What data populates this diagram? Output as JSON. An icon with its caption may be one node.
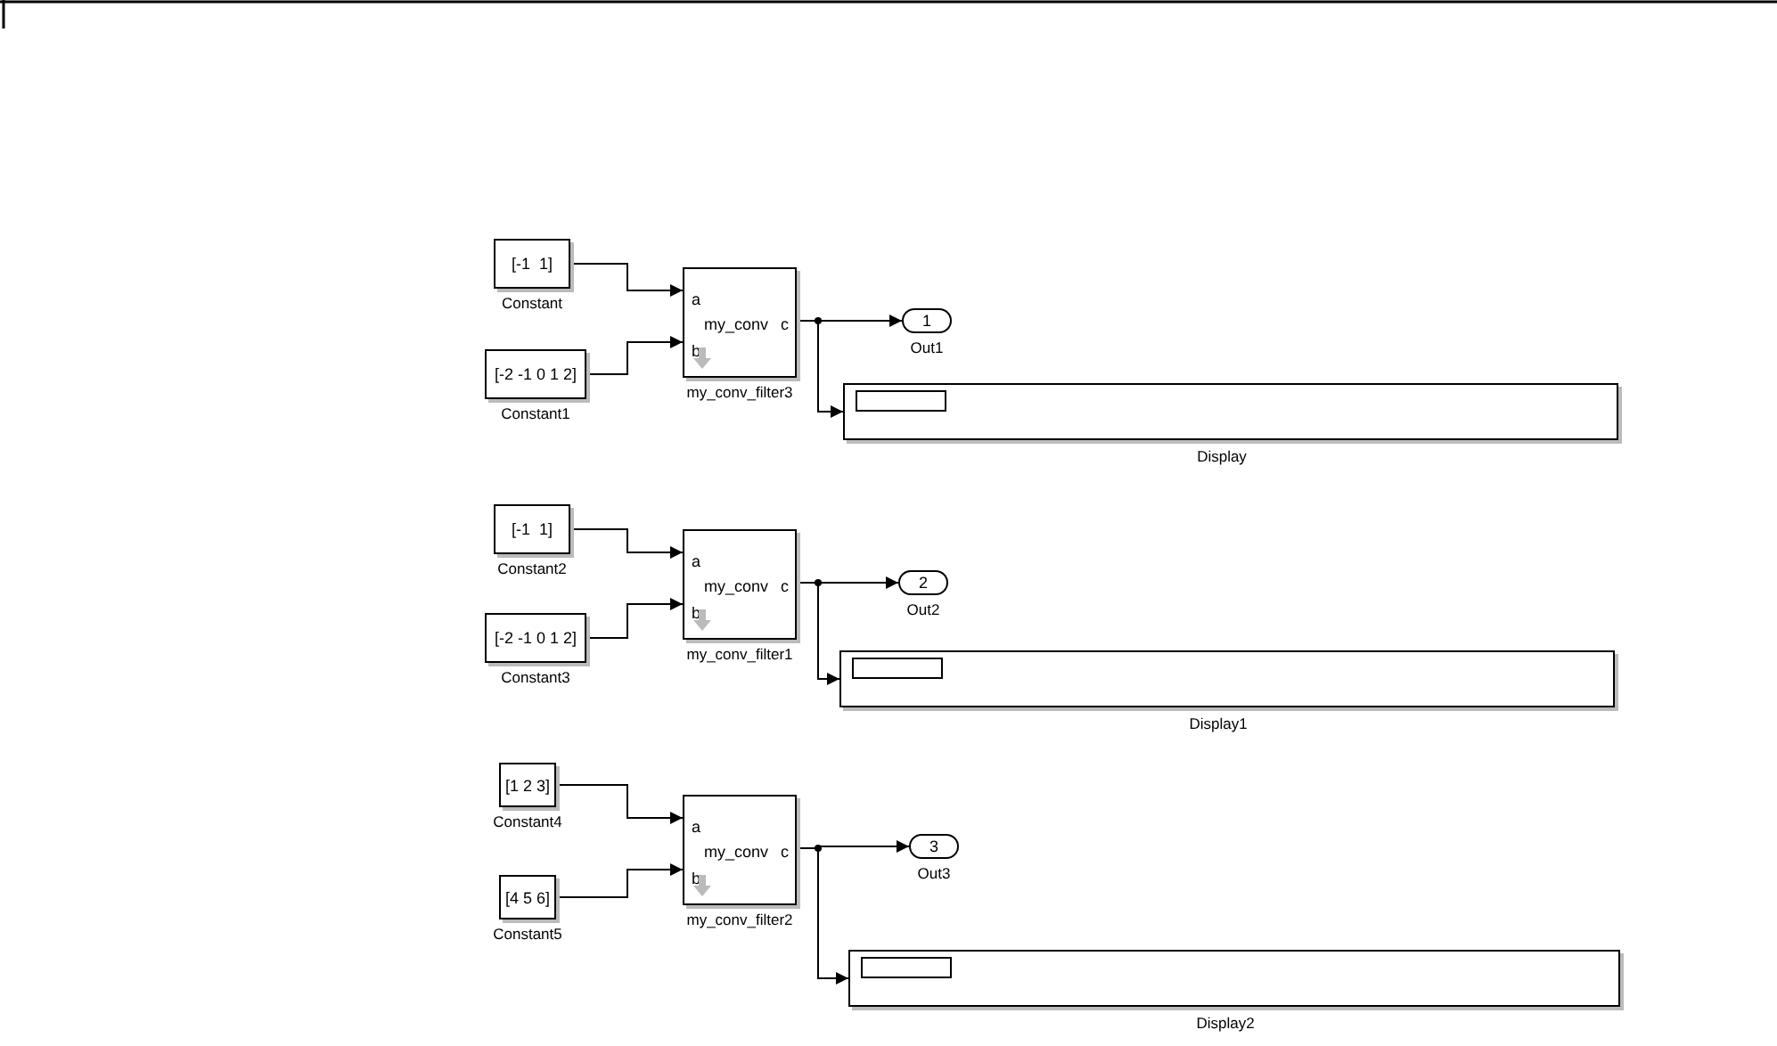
{
  "diagram": {
    "nodes": [
      {
        "text": [
          "[-1  1]"
        ],
        "beside": [
          "Constant"
        ]
      },
      {
        "text": [
          "[-2 -1 0 1 2]"
        ],
        "beside": [
          "Constant1"
        ]
      },
      {
        "text": [
          "a",
          "b",
          "my_conv",
          "c"
        ],
        "beside": [
          "my_conv_filter3"
        ]
      },
      {
        "text": [
          "1"
        ],
        "beside": [
          "Out1"
        ]
      },
      {
        "text": [],
        "shape": "box",
        "beside": [
          "Display"
        ]
      },
      {
        "text": [
          "[-1  1]"
        ],
        "beside": [
          "Constant2"
        ]
      },
      {
        "text": [
          "[-2 -1 0 1 2]"
        ],
        "beside": [
          "Constant3"
        ]
      },
      {
        "text": [
          "a",
          "b",
          "my_conv",
          "c"
        ],
        "beside": [
          "my_conv_filter1"
        ]
      },
      {
        "text": [
          "2"
        ],
        "beside": [
          "Out2"
        ]
      },
      {
        "text": [],
        "shape": "box",
        "beside": [
          "Display1"
        ]
      },
      {
        "text": [
          "[1 2 3]"
        ],
        "beside": [
          "Constant4"
        ]
      },
      {
        "text": [
          "[4 5 6]"
        ],
        "beside": [
          "Constant5"
        ]
      },
      {
        "text": [
          "a",
          "b",
          "my_conv",
          "c"
        ],
        "beside": [
          "my_conv_filter2"
        ]
      },
      {
        "text": [
          "3"
        ],
        "beside": [
          "Out3"
        ]
      },
      {
        "text": [],
        "shape": "box",
        "beside": [
          "Display2"
        ]
      }
    ],
    "edges": [
      {
        "from": 0,
        "to": 2,
        "arrow": "to"
      },
      {
        "from": 1,
        "to": 2,
        "arrow": "to"
      },
      {
        "from": 2,
        "to": 3,
        "arrow": "to"
      },
      {
        "from": 2,
        "to": 4,
        "arrow": "to"
      },
      {
        "from": 5,
        "to": 7,
        "arrow": "to"
      },
      {
        "from": 6,
        "to": 7,
        "arrow": "to"
      },
      {
        "from": 7,
        "to": 8,
        "arrow": "to"
      },
      {
        "from": 7,
        "to": 9,
        "arrow": "to"
      },
      {
        "from": 10,
        "to": 12,
        "arrow": "to"
      },
      {
        "from": 11,
        "to": 12,
        "arrow": "to"
      },
      {
        "from": 12,
        "to": 13,
        "arrow": "to"
      },
      {
        "from": 12,
        "to": 14,
        "arrow": "to"
      }
    ]
  }
}
